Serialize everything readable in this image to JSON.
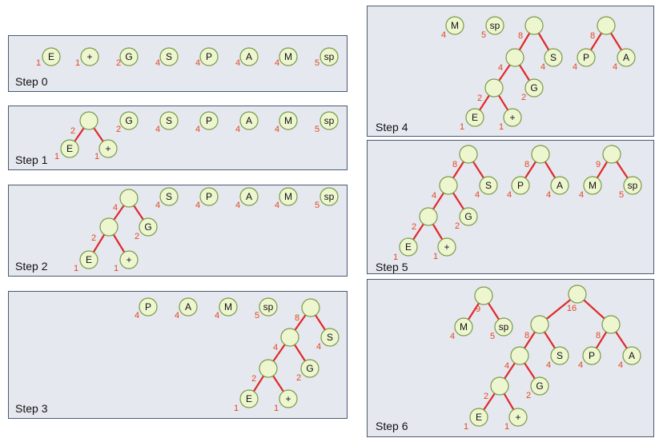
{
  "panels": [
    {
      "label": "Step 0",
      "nodes": [
        {
          "sym": "E",
          "w": "1"
        },
        {
          "sym": "+",
          "w": "1"
        },
        {
          "sym": "G",
          "w": "2"
        },
        {
          "sym": "S",
          "w": "4"
        },
        {
          "sym": "P",
          "w": "4"
        },
        {
          "sym": "A",
          "w": "4"
        },
        {
          "sym": "M",
          "w": "4"
        },
        {
          "sym": "sp",
          "w": "5"
        }
      ]
    },
    {
      "label": "Step 1",
      "nodes": [
        {
          "sym": "",
          "w": "2"
        },
        {
          "sym": "E",
          "w": "1"
        },
        {
          "sym": "+",
          "w": "1"
        },
        {
          "sym": "G",
          "w": "2"
        },
        {
          "sym": "S",
          "w": "4"
        },
        {
          "sym": "P",
          "w": "4"
        },
        {
          "sym": "A",
          "w": "4"
        },
        {
          "sym": "M",
          "w": "4"
        },
        {
          "sym": "sp",
          "w": "5"
        }
      ]
    },
    {
      "label": "Step 2",
      "nodes": [
        {
          "sym": "",
          "w": "4"
        },
        {
          "sym": "",
          "w": "2"
        },
        {
          "sym": "G",
          "w": "2"
        },
        {
          "sym": "E",
          "w": "1"
        },
        {
          "sym": "+",
          "w": "1"
        },
        {
          "sym": "S",
          "w": "4"
        },
        {
          "sym": "P",
          "w": "4"
        },
        {
          "sym": "A",
          "w": "4"
        },
        {
          "sym": "M",
          "w": "4"
        },
        {
          "sym": "sp",
          "w": "5"
        }
      ]
    },
    {
      "label": "Step 3",
      "nodes": [
        {
          "sym": "P",
          "w": "4"
        },
        {
          "sym": "A",
          "w": "4"
        },
        {
          "sym": "M",
          "w": "4"
        },
        {
          "sym": "sp",
          "w": "5"
        },
        {
          "sym": "",
          "w": "8"
        },
        {
          "sym": "",
          "w": "4"
        },
        {
          "sym": "S",
          "w": "4"
        },
        {
          "sym": "",
          "w": "2"
        },
        {
          "sym": "G",
          "w": "2"
        },
        {
          "sym": "E",
          "w": "1"
        },
        {
          "sym": "+",
          "w": "1"
        }
      ]
    },
    {
      "label": "Step 4",
      "nodes": [
        {
          "sym": "M",
          "w": "4"
        },
        {
          "sym": "sp",
          "w": "5"
        },
        {
          "sym": "",
          "w": "8"
        },
        {
          "sym": "",
          "w": "4"
        },
        {
          "sym": "S",
          "w": "4"
        },
        {
          "sym": "",
          "w": "2"
        },
        {
          "sym": "G",
          "w": "2"
        },
        {
          "sym": "E",
          "w": "1"
        },
        {
          "sym": "+",
          "w": "1"
        },
        {
          "sym": "",
          "w": "8"
        },
        {
          "sym": "P",
          "w": "4"
        },
        {
          "sym": "A",
          "w": "4"
        }
      ]
    },
    {
      "label": "Step 5",
      "nodes": [
        {
          "sym": "",
          "w": "8"
        },
        {
          "sym": "",
          "w": "4"
        },
        {
          "sym": "S",
          "w": "4"
        },
        {
          "sym": "",
          "w": "2"
        },
        {
          "sym": "G",
          "w": "2"
        },
        {
          "sym": "E",
          "w": "1"
        },
        {
          "sym": "+",
          "w": "1"
        },
        {
          "sym": "",
          "w": "8"
        },
        {
          "sym": "P",
          "w": "4"
        },
        {
          "sym": "A",
          "w": "4"
        },
        {
          "sym": "",
          "w": "9"
        },
        {
          "sym": "M",
          "w": "4"
        },
        {
          "sym": "sp",
          "w": "5"
        }
      ]
    },
    {
      "label": "Step 6",
      "nodes": [
        {
          "sym": "",
          "w": "9"
        },
        {
          "sym": "M",
          "w": "4"
        },
        {
          "sym": "sp",
          "w": "5"
        },
        {
          "sym": "",
          "w": "16"
        },
        {
          "sym": "",
          "w": "8"
        },
        {
          "sym": "",
          "w": "8"
        },
        {
          "sym": "",
          "w": "4"
        },
        {
          "sym": "S",
          "w": "4"
        },
        {
          "sym": "P",
          "w": "4"
        },
        {
          "sym": "A",
          "w": "4"
        },
        {
          "sym": "",
          "w": "2"
        },
        {
          "sym": "G",
          "w": "2"
        },
        {
          "sym": "E",
          "w": "1"
        },
        {
          "sym": "+",
          "w": "1"
        }
      ]
    }
  ]
}
